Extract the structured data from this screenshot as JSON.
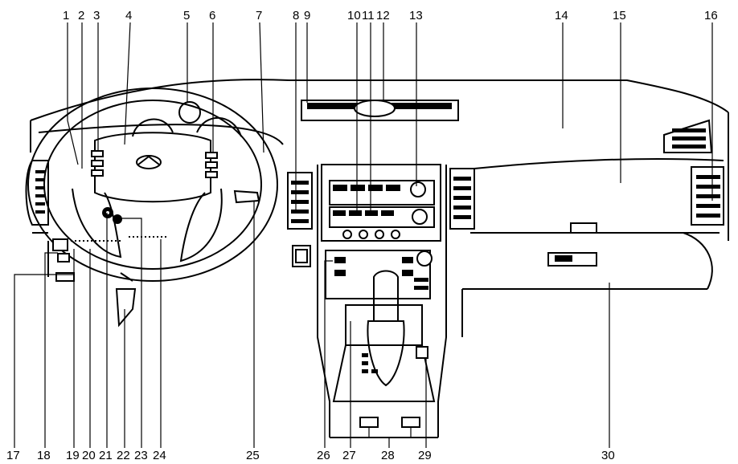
{
  "labels": [
    "1",
    "2",
    "3",
    "4",
    "5",
    "6",
    "7",
    "8",
    "9",
    "10",
    "11",
    "12",
    "13",
    "14",
    "15",
    "16",
    "17",
    "18",
    "19",
    "20",
    "21",
    "22",
    "23",
    "24",
    "25",
    "26",
    "27",
    "28",
    "29",
    "30"
  ],
  "colors": {
    "line": "#000000",
    "background": "#ffffff"
  }
}
